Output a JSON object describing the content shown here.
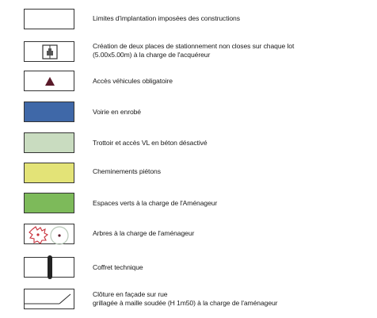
{
  "legend": {
    "items": [
      {
        "symbol": "empty-box",
        "label": "Limites d'implantation imposées des constructions"
      },
      {
        "symbol": "parking-box",
        "label_line1": "Création de deux places de stationnement non closes sur chaque lot",
        "label_line2": "(5.00x5.00m) à la charge de l'acquéreur"
      },
      {
        "symbol": "triangle-box",
        "label": "Accès véhicules obligatoire",
        "color": "#5a1a2a"
      },
      {
        "symbol": "fill-box",
        "label": "Voirie en enrobé",
        "color": "#3f68a8"
      },
      {
        "symbol": "fill-box",
        "label": "Trottoir et accès VL en béton désactivé",
        "color": "#c9dcc0"
      },
      {
        "symbol": "fill-box",
        "label": "Cheminements piétons",
        "color": "#e3e377"
      },
      {
        "symbol": "fill-box",
        "label": "Espaces verts à la charge de l'Aménageur",
        "color": "#7dba5a"
      },
      {
        "symbol": "tree-symbol",
        "label": "Arbres à la charge de l'aménageur",
        "color": "#c8323c"
      },
      {
        "symbol": "post-box",
        "label": "Coffret technique"
      },
      {
        "symbol": "fence-box",
        "label_line1": "Clôture en façade sur rue",
        "label_line2": "grillagée à maille soudée (H 1m50) à la charge de l'aménageur"
      }
    ]
  }
}
